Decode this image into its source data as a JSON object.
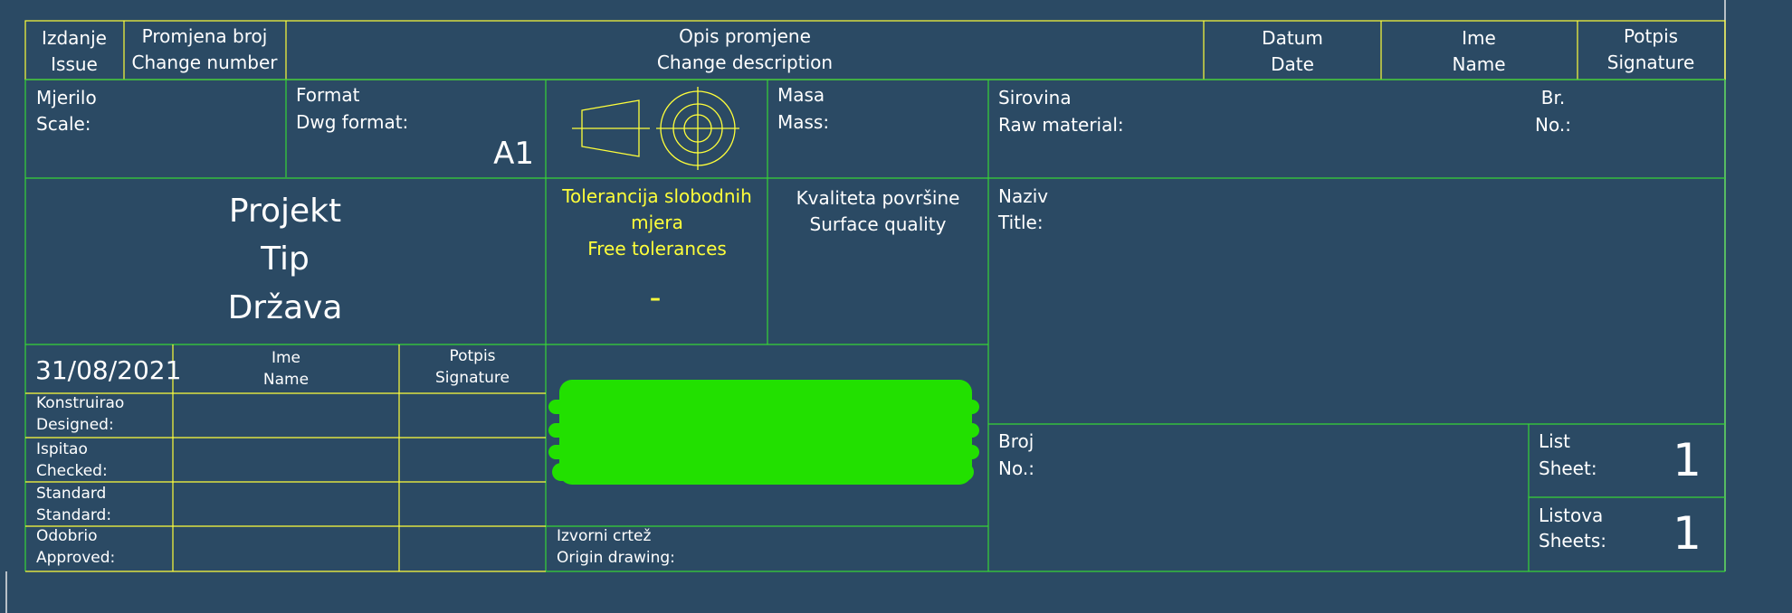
{
  "revision_header": {
    "issue": [
      "Izdanje",
      "Issue"
    ],
    "change_number": [
      "Promjena broj",
      "Change number"
    ],
    "change_description": [
      "Opis promjene",
      "Change description"
    ],
    "date": [
      "Datum",
      "Date"
    ],
    "name": [
      "Ime",
      "Name"
    ],
    "signature": [
      "Potpis",
      "Signature"
    ]
  },
  "scale": [
    "Mjerilo",
    "Scale:"
  ],
  "dwg_format": [
    "Format",
    "Dwg format:"
  ],
  "dwg_format_value": "A1",
  "mass": [
    "Masa",
    "Mass:"
  ],
  "raw_material": [
    "Sirovina",
    "Raw material:"
  ],
  "number_short": [
    "Br.",
    "No.:"
  ],
  "project": [
    "Projekt",
    "Tip",
    "Država"
  ],
  "free_tolerances": [
    "Tolerancija slobodnih",
    "mjera",
    "Free tolerances"
  ],
  "free_tolerances_value": "-",
  "surface_quality": [
    "Kvaliteta površine",
    "Surface quality"
  ],
  "title": [
    "Naziv",
    "Title:"
  ],
  "date_value": "31/08/2021",
  "people_header": {
    "name": [
      "Ime",
      "Name"
    ],
    "signature": [
      "Potpis",
      "Signature"
    ]
  },
  "roles": [
    [
      "Konstruirao",
      "Designed:"
    ],
    [
      "Ispitao",
      "Checked:"
    ],
    [
      "Standard",
      "Standard:"
    ],
    [
      "Odobrio",
      "Approved:"
    ]
  ],
  "origin_drawing": [
    "Izvorni crtež",
    "Origin drawing:"
  ],
  "drawing_number": [
    "Broj",
    "No.:"
  ],
  "sheet": [
    "List",
    "Sheet:"
  ],
  "sheet_value": "1",
  "sheets": [
    "Listova",
    "Sheets:"
  ],
  "sheets_value": "1",
  "colors": {
    "background": "#2b4a64",
    "frame_yellow": "#ffff3a",
    "frame_green": "#36d436",
    "redaction_green": "#22e000",
    "text": "#ffffff"
  }
}
